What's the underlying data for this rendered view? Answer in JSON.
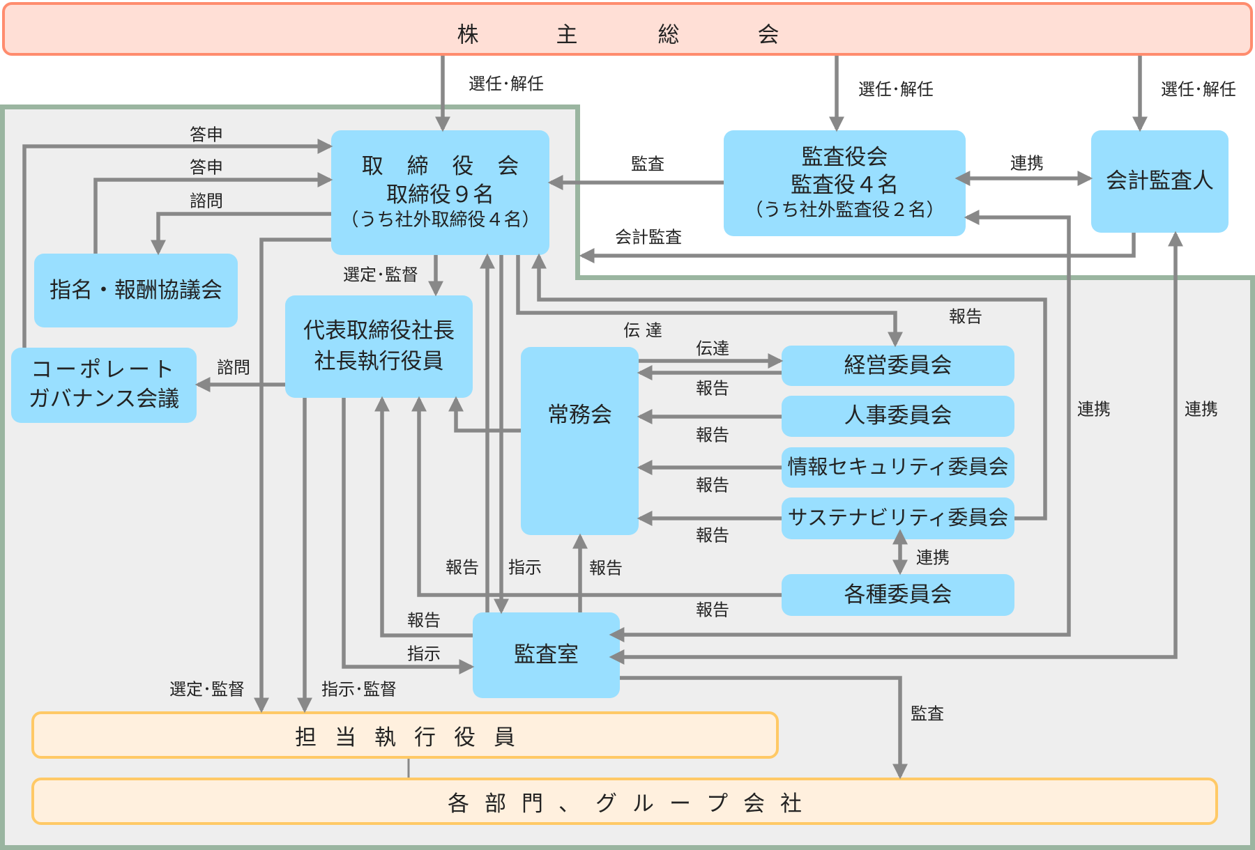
{
  "title": "コーポレート・ガバナンス体制図",
  "colors": {
    "shareholders_fill": "#ffdfd6",
    "shareholders_border": "#ff8c6e",
    "body_fill": "#99dfff",
    "frame_border": "#9ab5a0",
    "frame_fill": "#eeeeee",
    "exec_fill": "#fff0de",
    "exec_border": "#ffc966",
    "arrow": "#888888"
  },
  "shareholders": {
    "chars": [
      "株",
      "主",
      "総",
      "会"
    ]
  },
  "board": {
    "line1": "取 締 役 会",
    "line2": "取締役９名",
    "line3": "（うち社外取締役４名）"
  },
  "auditors_board": {
    "line1": "監査役会",
    "line2": "監査役４名",
    "line3": "（うち社外監査役２名）"
  },
  "accounting_auditor": {
    "line1": "会計監査人"
  },
  "nomination_council": {
    "line1": "指名・報酬協議会"
  },
  "cg_council": {
    "line1": "コーポレート",
    "line2": "ガバナンス会議"
  },
  "president": {
    "line1": "代表取締役社長",
    "line2": "社長執行役員"
  },
  "executive_committee": {
    "line1": "常務会"
  },
  "committees": [
    {
      "label": "経営委員会"
    },
    {
      "label": "人事委員会"
    },
    {
      "label": "情報セキュリティ委員会"
    },
    {
      "label": "サステナビリティ委員会"
    },
    {
      "label": "各種委員会"
    }
  ],
  "audit_office": {
    "line1": "監査室"
  },
  "executive_officers": {
    "chars": [
      "担",
      "当",
      "執",
      "行",
      "役",
      "員"
    ]
  },
  "departments": {
    "chars": [
      "各",
      "部",
      "門",
      "、",
      "グ",
      "ル",
      "ー",
      "プ",
      "会",
      "社"
    ]
  },
  "labels": {
    "elect_dismiss_1": "選任･解任",
    "elect_dismiss_2": "選任･解任",
    "elect_dismiss_3": "選任･解任",
    "report_back_1": "答申",
    "report_back_2": "答申",
    "consult_1": "諮問",
    "consult_2": "諮問",
    "audit_board": "監査",
    "accounting_audit": "会計監査",
    "cooperation_top": "連携",
    "select_supervise_president": "選定･監督",
    "communicate_main": "伝 達",
    "communicate": "伝達",
    "report_mgmt": "報告",
    "report_hr": "報告",
    "report_infosec": "報告",
    "report_sustain": "報告",
    "report_various": "報告",
    "report_sustain_board": "報告",
    "cooperation_sustain_various": "連携",
    "cooperation_auditors_office": "連携",
    "cooperation_accountant_office": "連携",
    "report_office_board": "報告",
    "instruct_board_office": "指示",
    "report_office_exec": "報告",
    "report_office_president": "報告",
    "instruct_president_office": "指示",
    "select_supervise_officers": "選定･監督",
    "instruct_supervise_officers": "指示･監督",
    "audit_departments": "監査"
  }
}
